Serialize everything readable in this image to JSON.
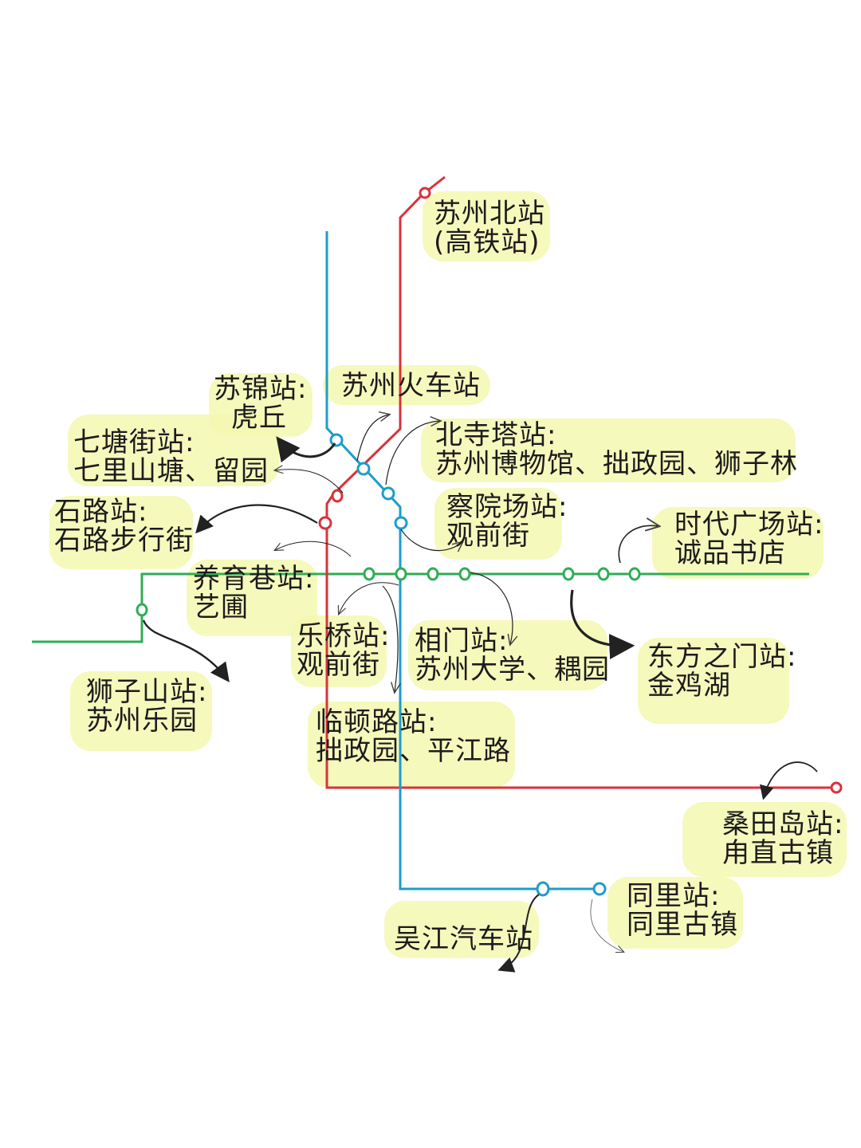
{
  "colors": {
    "red_line": "#d8333b",
    "blue_line": "#1e9ccc",
    "green_line": "#2fae54",
    "highlight": "#f3f8b0",
    "arrow": "#222222",
    "text": "#1c1c1c"
  },
  "labels": {
    "suzhou_north": {
      "name": "苏州北站",
      "sub": "(高铁站)"
    },
    "suzhou_station": {
      "name": "苏州火车站"
    },
    "sujin": {
      "name": "苏锦站:",
      "sub": "虎丘"
    },
    "qitangjie": {
      "name": "七塘街站:",
      "sub": "七里山塘、留园"
    },
    "beisita": {
      "name": "北寺塔站:",
      "sub": "苏州博物馆、拙政园、狮子林"
    },
    "shilu": {
      "name": "石路站:",
      "sub": "石路步行街"
    },
    "chayuanchang": {
      "name": "察院场站:",
      "sub": "观前街"
    },
    "shidai": {
      "name": "时代广场站:",
      "sub": "诚品书店"
    },
    "yangyuxiang": {
      "name": "养育巷站:",
      "sub": "艺圃"
    },
    "leqiao": {
      "name": "乐桥站:",
      "sub": "观前街"
    },
    "xiangmen": {
      "name": "相门站:",
      "sub": "苏州大学、耦园"
    },
    "dongfang": {
      "name": "东方之门站:",
      "sub": "金鸡湖"
    },
    "shizishan": {
      "name": "狮子山站:",
      "sub": "苏州乐园"
    },
    "lindunlu": {
      "name": "临顿路站:",
      "sub": "拙政园、平江路"
    },
    "sangtiandao": {
      "name": "桑田岛站:",
      "sub": "甪直古镇"
    },
    "tongli": {
      "name": "同里站:",
      "sub": "同里古镇"
    },
    "wujiang": {
      "name": "吴江汽车站"
    }
  }
}
